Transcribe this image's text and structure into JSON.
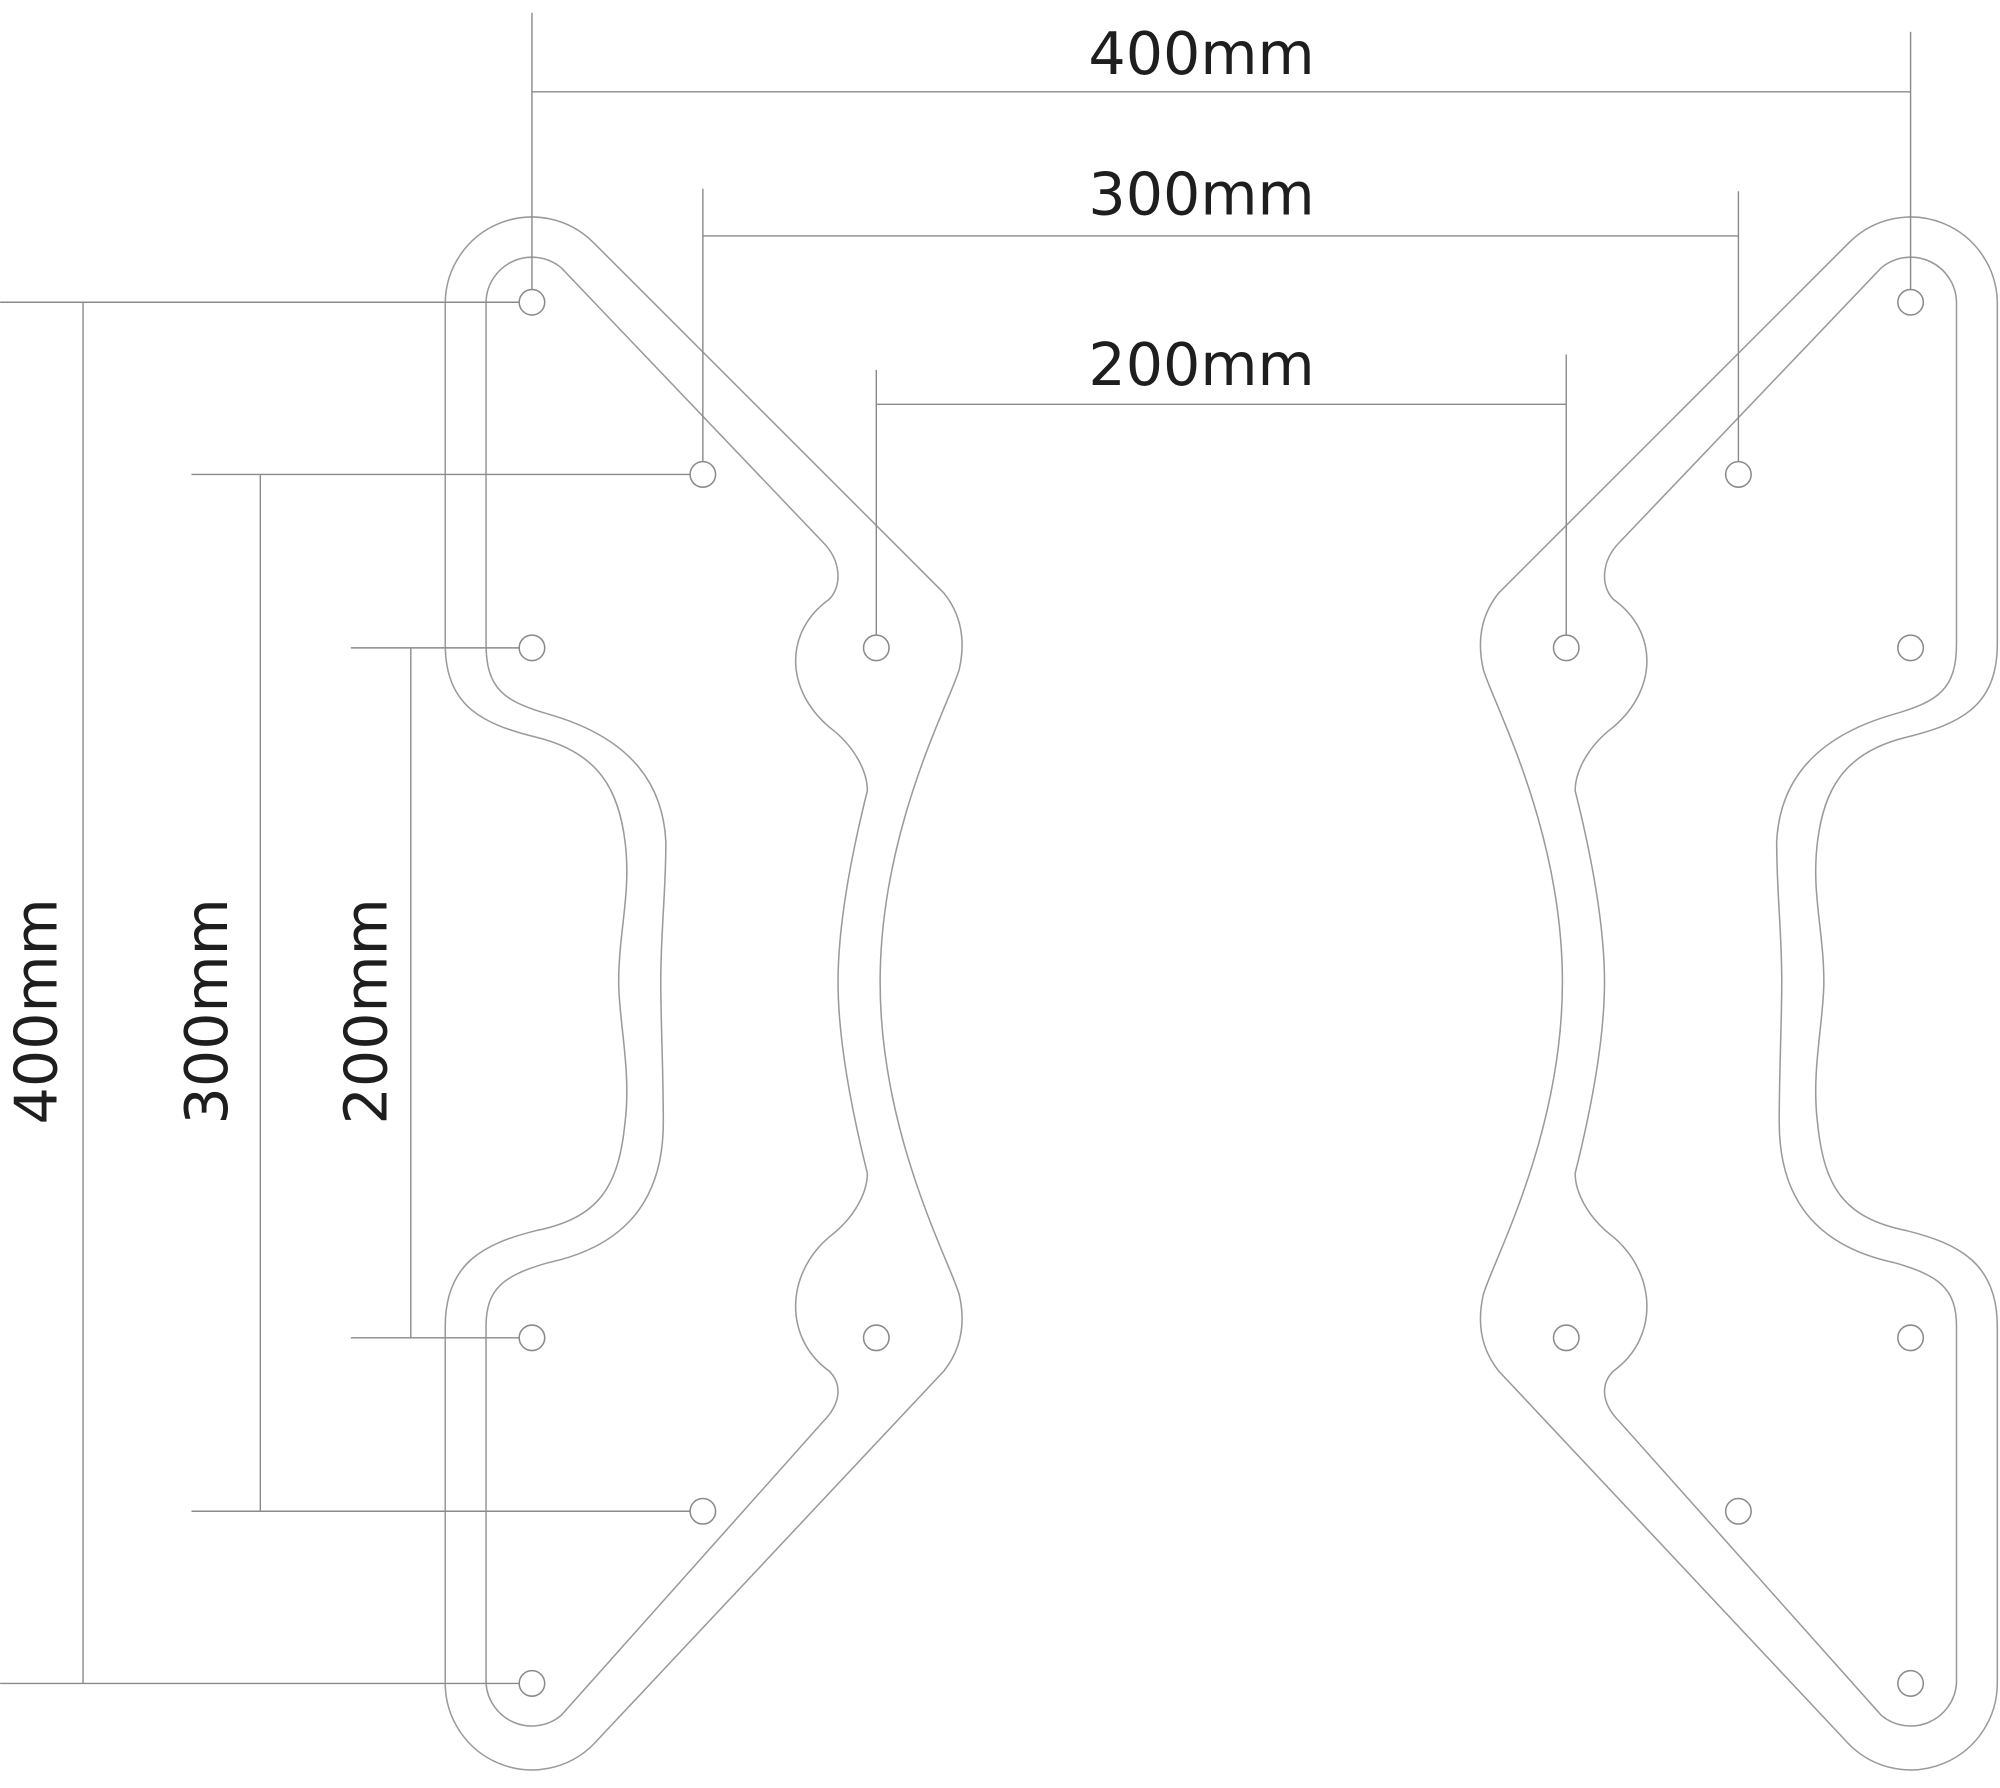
{
  "title": "VESA mounting adapter plate dimensions",
  "horizontal_dimensions": [
    {
      "label": "400mm",
      "value_mm": 400
    },
    {
      "label": "300mm",
      "value_mm": 300
    },
    {
      "label": "200mm",
      "value_mm": 200
    }
  ],
  "vertical_dimensions": [
    {
      "label": "400mm",
      "value_mm": 400
    },
    {
      "label": "300mm",
      "value_mm": 300
    },
    {
      "label": "200mm",
      "value_mm": 200
    }
  ],
  "colors": {
    "line": "#8a8a8a",
    "text": "#1e1e1e",
    "background": "#ffffff"
  }
}
